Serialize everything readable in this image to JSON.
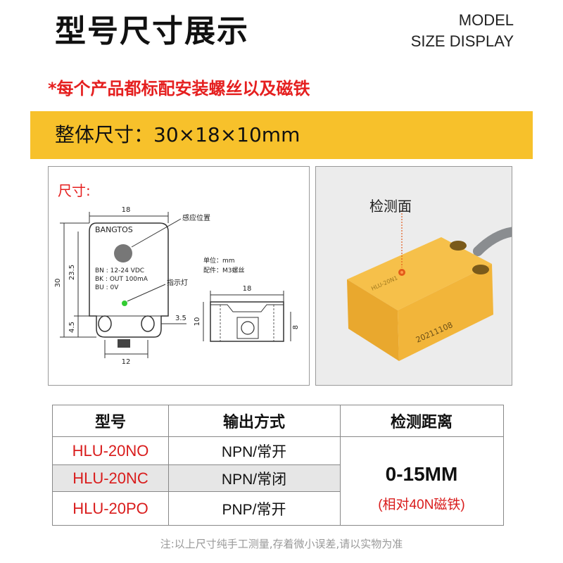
{
  "header": {
    "title": "型号尺寸展示",
    "subtitle_en_line1": "MODEL",
    "subtitle_en_line2": "SIZE DISPLAY"
  },
  "notice": "*每个产品都标配安装螺丝以及磁铁",
  "overall_size": "整体尺寸：30×18×10mm",
  "diagram": {
    "title": "尺寸:",
    "brand": "BANGTOS",
    "sensor_label": "感应位置",
    "indicator_label": "指示灯",
    "unit_line": "单位：mm",
    "accessory_line": "配件：M3螺丝",
    "spec_bn": "BN : 12-24 VDC",
    "spec_bk": "BK : OUT 100mA",
    "spec_bu": "BU :            0V",
    "dims": {
      "width_top": "18",
      "height_total": "30",
      "height_upper": "23.5",
      "height_lower": "4.5",
      "hole_spacing": "12",
      "hole_offset": "3.5",
      "side_width": "18",
      "side_height": "10",
      "side_inner": "8"
    }
  },
  "photo": {
    "label": "检测面",
    "date_code": "20211108",
    "color_body": "#f2b53a",
    "color_cable": "#8a8d90"
  },
  "table": {
    "headers": [
      "型号",
      "输出方式",
      "检测距离"
    ],
    "rows": [
      {
        "model": "HLU-20NO",
        "output": "NPN/常开"
      },
      {
        "model": "HLU-20NC",
        "output": "NPN/常闭"
      },
      {
        "model": "HLU-20PO",
        "output": "PNP/常开"
      }
    ],
    "range_value": "0-15MM",
    "range_note": "(相对40N磁铁)",
    "highlight_row_color": "#e6e6e6"
  },
  "footnote": "注:以上尺寸纯手工测量,存着微小误差,请以实物为准",
  "colors": {
    "accent_yellow": "#f7c12b",
    "accent_red": "#e52020"
  }
}
